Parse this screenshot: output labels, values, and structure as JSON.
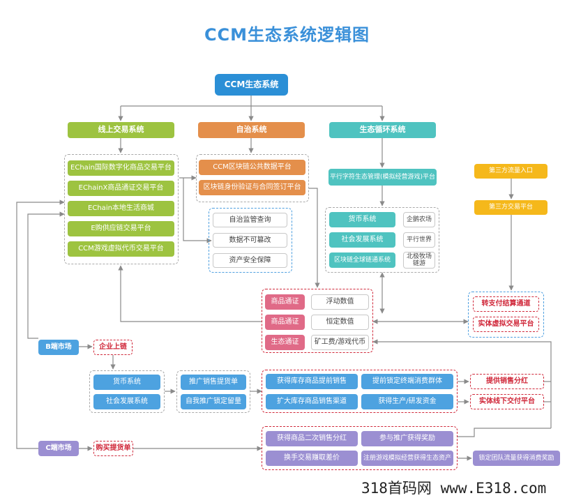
{
  "title": "CCM生态系统逻辑图",
  "root": "CCM生态系统",
  "online": {
    "label": "线上交易系统",
    "items": [
      "EChain国际数字化商品交易平台",
      "EChainX商品通证交易平台",
      "EChain本地生活商城",
      "E购供应链交易平台",
      "CCM游戏虚拟代币交易平台"
    ]
  },
  "autonomy": {
    "label": "自治系统",
    "items": [
      "CCM区块链公共数据平台",
      "区块链身份验证与合同签订平台"
    ],
    "subitems": [
      "自治监管查询",
      "数据不可篡改",
      "资产安全保障"
    ]
  },
  "eco": {
    "label": "生态循环系统",
    "platform": "平行字符生态管理(模拟经营游戏)平台",
    "left": [
      "货币系统",
      "社会发展系统",
      "区块链全球链通系统"
    ],
    "right": [
      "企鹅农场",
      "平行世界",
      "北极牧场链游"
    ]
  },
  "third": {
    "entry": "第三方流量入口",
    "platform": "第三方交易平台",
    "channels": [
      "转支付结算通道",
      "实体虚拟交易平台"
    ]
  },
  "tokens": {
    "labels": [
      "商品通证",
      "商品通证",
      "生态通证"
    ],
    "values": [
      "浮动数值",
      "恒定数值",
      "矿工费/游戏代币"
    ]
  },
  "bmarket": {
    "label": "B端市场",
    "chain": "企业上链",
    "sys": [
      "货币系统",
      "社会发展系统"
    ],
    "promo": [
      "推广销售提货单",
      "自我推广锁定留量"
    ],
    "benefits": [
      "获得库存商品提前销售",
      "提前锁定终端消费群体",
      "扩大库存商品销售渠道",
      "获得生产/研发资金"
    ],
    "results": [
      "提供销售分红",
      "实体线下交付平台"
    ]
  },
  "cmarket": {
    "label": "C端市场",
    "buy": "购买提货单",
    "benefits": [
      "获得商品二次销售分红",
      "参与推广获得奖励",
      "换手交易赚取差价",
      "注册游戏模拟经营获得生态资产"
    ],
    "result": "锁定团队流量获得消费奖励"
  },
  "footer": "318首码网 www.E318.com"
}
